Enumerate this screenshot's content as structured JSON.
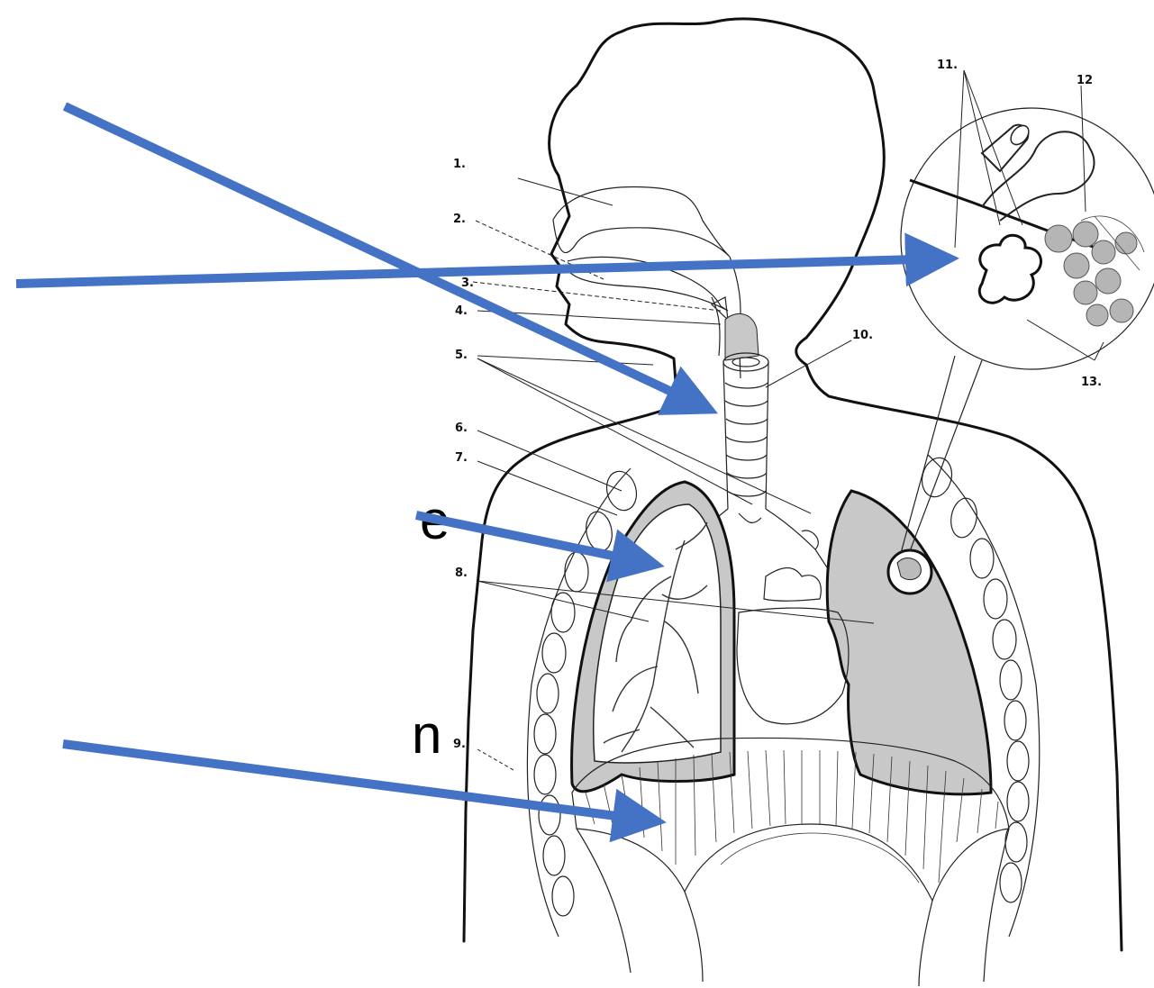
{
  "diagram": {
    "labels": [
      "1.",
      "2.",
      "3.",
      "4.",
      "5.",
      "6.",
      "7.",
      "8.",
      "9.",
      "10.",
      "11.",
      "12",
      "13."
    ],
    "side_text": [
      "e",
      "n"
    ]
  },
  "colors": {
    "arrow": "#4472C4",
    "lung_fill": "#c8c8c8",
    "lung_outline": "#111111",
    "line": "#111111"
  }
}
